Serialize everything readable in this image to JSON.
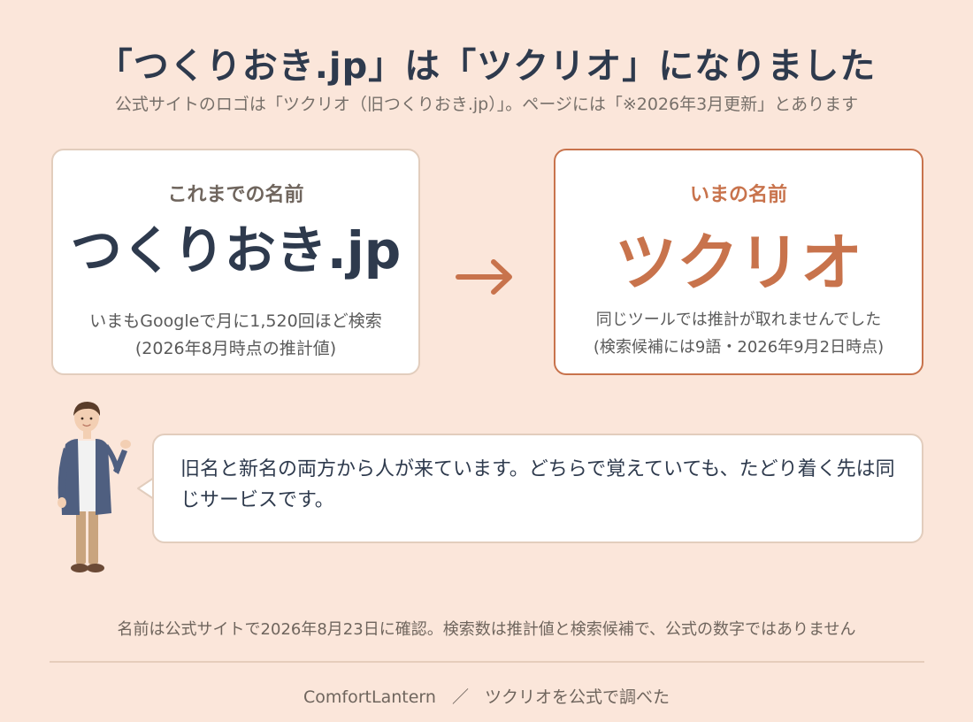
{
  "header": {
    "title": "「つくりおき.jp」は「ツクリオ」になりました",
    "subtitle": "公式サイトのロゴは「ツクリオ（旧つくりおき.jp）」。ページには「※2026年3月更新」とあります"
  },
  "old_card": {
    "label": "これまでの名前",
    "name": "つくりおき.jp",
    "note_line1": "いまもGoogleで月に1,520回ほど検索",
    "note_line2": "(2026年8月時点の推計値)"
  },
  "new_card": {
    "label": "いまの名前",
    "name": "ツクリオ",
    "note_line1": "同じツールでは推計が取れませんでした",
    "note_line2": "(検索候補には9語・2026年9月2日時点)"
  },
  "bubble": {
    "text": "旧名と新名の両方から人が来ています。どちらで覚えていても、たどり着く先は同じサービスです。"
  },
  "footnote": "名前は公式サイトで2026年8月23日に確認。検索数は推計値と検索候補で、公式の数字ではありません",
  "credit": {
    "author": "ComfortLantern",
    "separator": "／",
    "caption": "ツクリオを公式で調べた"
  },
  "colors": {
    "background": "#fbe6da",
    "accent": "#c8734c",
    "navy": "#2e3a4d"
  }
}
